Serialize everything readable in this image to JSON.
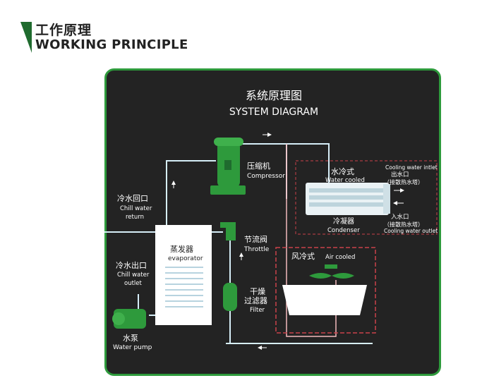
{
  "header": {
    "title_cn": "工作原理",
    "title_en": "WORKING PRINCIPLE",
    "accent_color": "#1f6b2e"
  },
  "diagram": {
    "title_cn": "系统原理图",
    "title_en": "SYSTEM DIAGRAM",
    "background_color": "#232323",
    "border_color": "#2e9a3c",
    "colors": {
      "water_pipe": "#d6eef8",
      "hot_line": "#f2b9bc",
      "dashed_box": "#c9424a",
      "component_green": "#2e9a3c",
      "arrow": "#ffffff"
    },
    "labels": {
      "compressor_cn": "压缩机",
      "compressor_en": "Compressor",
      "water_cooled_cn": "水冷式",
      "water_cooled_en": "Water cooled",
      "cooling_inlet_en": "Cooling water intlet",
      "outlet_cn": "出水口",
      "to_tower_1": "（接散热水塔）",
      "inlet_cn": "入水口",
      "to_tower_2": "（接散热水塔）",
      "cooling_outlet_en": "Cooling water outlet",
      "condenser_cn": "冷凝器",
      "condenser_en": "Condenser",
      "chill_return_cn": "冷水回口",
      "chill_return_en_1": "Chill water",
      "chill_return_en_2": "return",
      "evaporator_cn": "蒸发器",
      "evaporator_en": "evaporator",
      "throttle_cn": "节流阀",
      "throttle_en": "Throttle",
      "air_cooled_cn": "风冷式",
      "air_cooled_en": "Air cooled",
      "chill_outlet_cn": "冷水出口",
      "chill_outlet_en_1": "Chill water",
      "chill_outlet_en_2": "outlet",
      "filter_cn_1": "干燥",
      "filter_cn_2": "过滤器",
      "filter_en": "Filter",
      "pump_cn": "水泵",
      "pump_en": "Water pump"
    }
  }
}
